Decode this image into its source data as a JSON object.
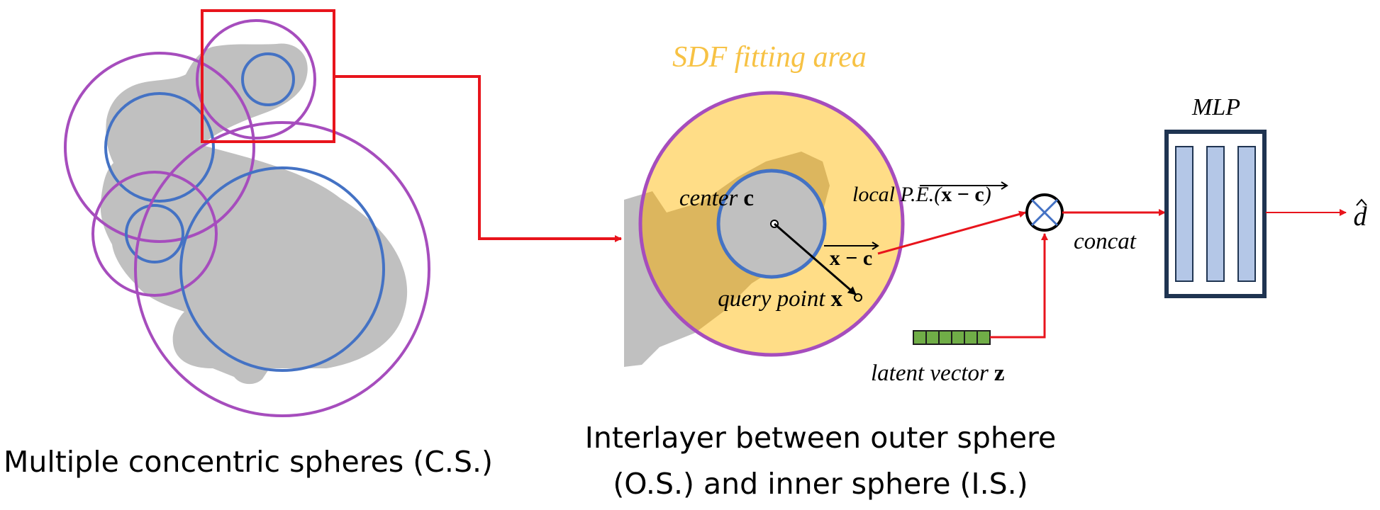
{
  "left_panel": {
    "caption": "Multiple concentric spheres (C.S.)"
  },
  "middle_panel": {
    "area_label": "SDF fitting area",
    "center_label": "center",
    "center_symbol": "c",
    "query_label": "query point",
    "query_symbol": "x",
    "vector_label": "x − c",
    "caption_line1": "Interlayer between outer sphere",
    "caption_line2": "(O.S.) and inner sphere (I.S.)"
  },
  "pipeline": {
    "pe_prefix": "local P.E.(",
    "pe_vector": "x − c",
    "pe_suffix": ")",
    "concat_label": "concat",
    "latent_label": "latent vector",
    "latent_symbol": "z",
    "mlp_label": "MLP",
    "output_symbol": "d"
  },
  "colors": {
    "silhouette": "#c0c0c0",
    "outer_sphere": "#a64dbd",
    "inner_sphere": "#4472c4",
    "highlight_box": "#e8141c",
    "arrow": "#e8141c",
    "fitting_area": "#ffd97a",
    "area_label": "#f7c244",
    "mlp_border": "#1f3451",
    "mlp_bar": "#b4c7e7",
    "latent_cell": "#70ad47"
  }
}
